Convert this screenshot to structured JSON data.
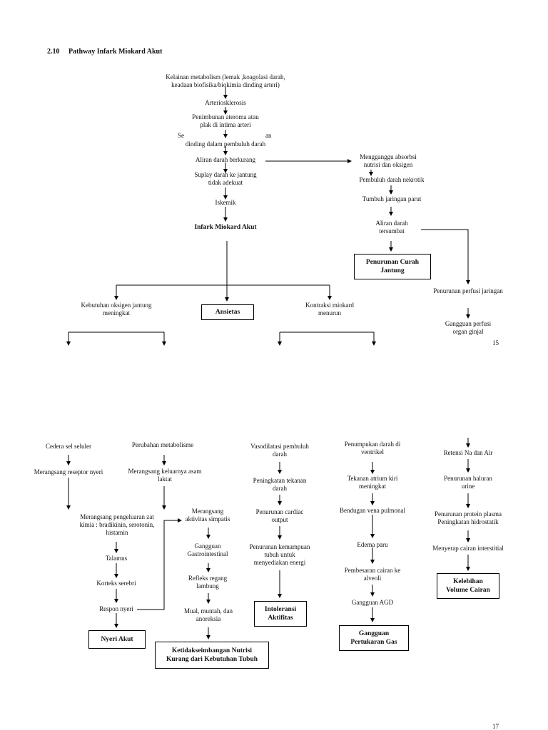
{
  "heading": {
    "number": "2.10",
    "title": "Pathway Infark Miokard Akut"
  },
  "top_chain": {
    "n1": "Kelainan metabolism (lemak ,koagolasi darah,\nkeadaan biofisika/biokimia dinding arteri)",
    "n2": "Arteriosklerosis",
    "n3": "Penimbunan ateroma atau\nplak di intima arteri",
    "n4a": "Se",
    "n4b": "an",
    "n4c": "dinding dalam pembuluh darah",
    "n5": "Aliran darah berkurang",
    "n6": "Suplay darah ke jantung\ntidak adekuat",
    "n7": "Iskemik",
    "n8": "Infark Miokard Akut"
  },
  "right_chain": {
    "r1": "Mengganggu absorbsi\nnutrisi dan oksigen",
    "r2": "Pembuluh darah nekrotik",
    "r3": "Tumbuh jaringan parut",
    "r4": "Aliran darah\ntersumbat",
    "r5": "Penurunan Curah\nJantung",
    "r6": "Penurunan perfusi jaringan",
    "r7": "Gangguan perfusi\norgan ginjal"
  },
  "mid_row": {
    "m1": "Kebutuhan oksigen jantung\nmeningkat",
    "m2": "Ansietas",
    "m3": "Kontraksi miokard\nmenurun"
  },
  "page_numbers": {
    "top": "15",
    "bottom": "17"
  },
  "col1": {
    "a1": "Cedera sel seluler",
    "a2": "Merangsang reseptor nyeri",
    "a3": "Merangsang pengeluaran zat\nkimia : bradikinin, serotonin,\nhistamin",
    "a4": "Talamus",
    "a5": "Korteks serebri",
    "a6": "Respon nyeri",
    "a7": "Nyeri Akut"
  },
  "col2": {
    "b1": "Perubahan metabolisme",
    "b2": "Merangsang keluarnya asam\nlaktat"
  },
  "col3": {
    "c1": "Merangsang\naktivitas simpatis",
    "c2": "Gangguan\nGastrointestinal",
    "c3": "Refleks regang\nlambung",
    "c4": "Mual, muntah, dan\nanoreksia",
    "c5": "Ketidakseimbangan Nutrisi\nKurang dari Kebutuhan Tubuh"
  },
  "col4": {
    "d1": "Vasodilatasi pembuluh\ndarah",
    "d2": "Peningkatan tekanan\ndarah",
    "d3": "Penurunan cardiac\noutput",
    "d4": "Penurunan kemampuan\ntubuh untuk\nmenyediakan energi",
    "d5": "Intoleransi\nAktifitas"
  },
  "col5": {
    "e1": "Penumpukan darah di\nventrikel",
    "e2": "Tekanan atrium kiri\nmeningkat",
    "e3": "Bendugan vena pulmonal",
    "e4": "Edema paru",
    "e5": "Pembesaran cairan ke\nalveoli",
    "e6": "Gangguan AGD",
    "e7": "Gangguan\nPertukaran Gas"
  },
  "col6": {
    "f1": "Retensi Na dan Air",
    "f2": "Penurunan haluran\nurine",
    "f3": "Penurunan protein plasma\nPeningkatan hidrostatik",
    "f4": "Menyerap cairan interstitial",
    "f5": "Kelebihan\nVolume Cairan"
  }
}
